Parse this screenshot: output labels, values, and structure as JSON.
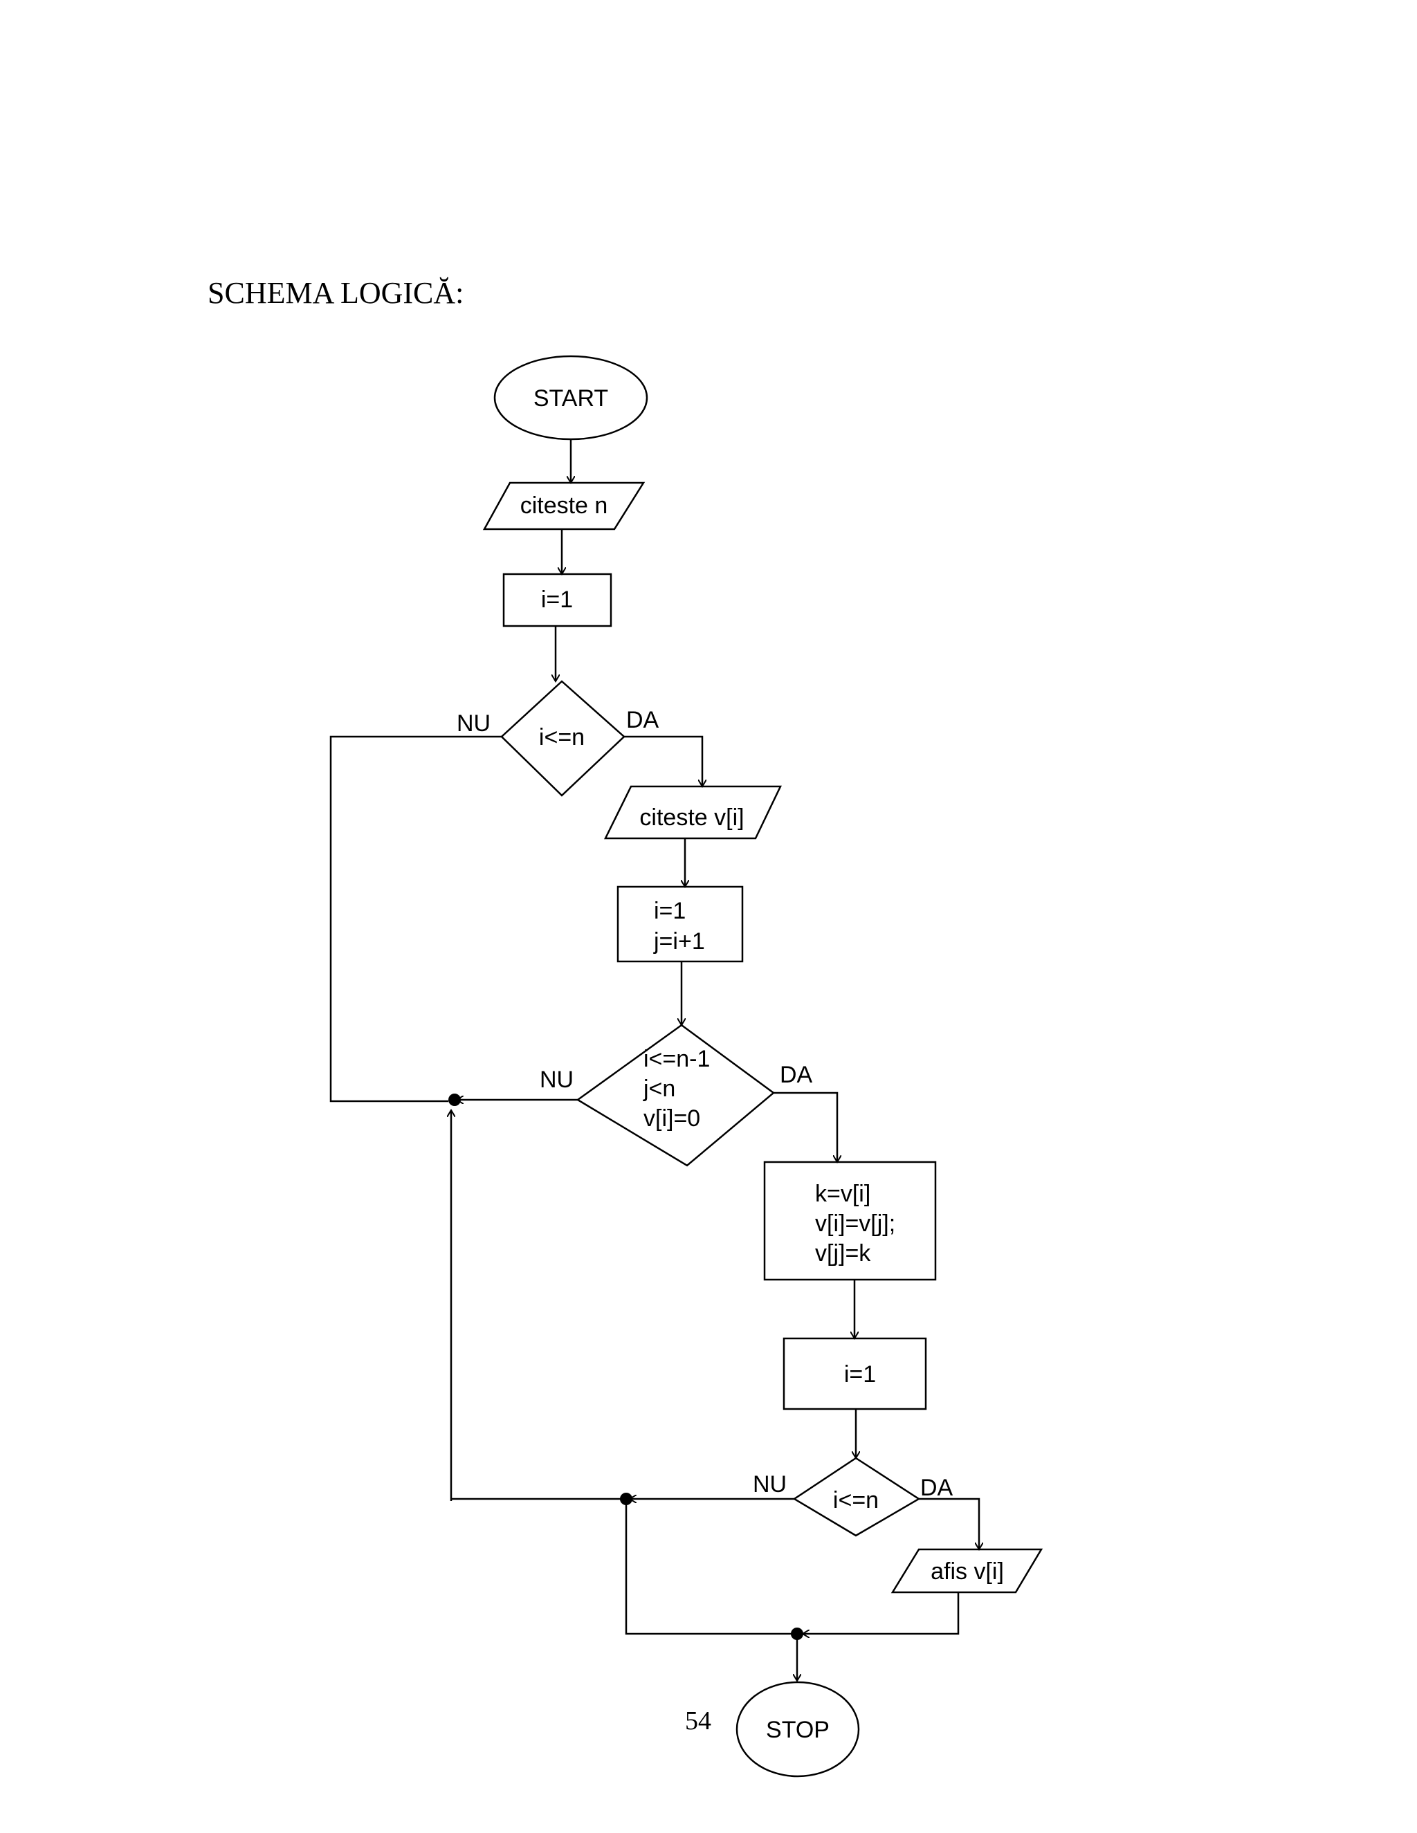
{
  "heading": "SCHEMA LOGICĂ:",
  "page_number": "54",
  "nodes": {
    "start": "START",
    "read_n": "citeste n",
    "init_i": "i=1",
    "cond1": "i<=n",
    "read_vi": "citeste v[i]",
    "init_ij": [
      "i=1",
      "j=i+1"
    ],
    "cond2": [
      "i<=n-1",
      "j<n",
      "v[i]=0"
    ],
    "swap": [
      "k=v[i]",
      "v[i]=v[j];",
      "v[j]=k"
    ],
    "init_i2": "i=1",
    "cond3": "i<=n",
    "print_vi": "afis v[i]",
    "stop": "STOP"
  },
  "branches": {
    "cond1_no": "NU",
    "cond1_yes": "DA",
    "cond2_no": "NU",
    "cond2_yes": "DA",
    "cond3_no": "NU",
    "cond3_yes": "DA"
  }
}
